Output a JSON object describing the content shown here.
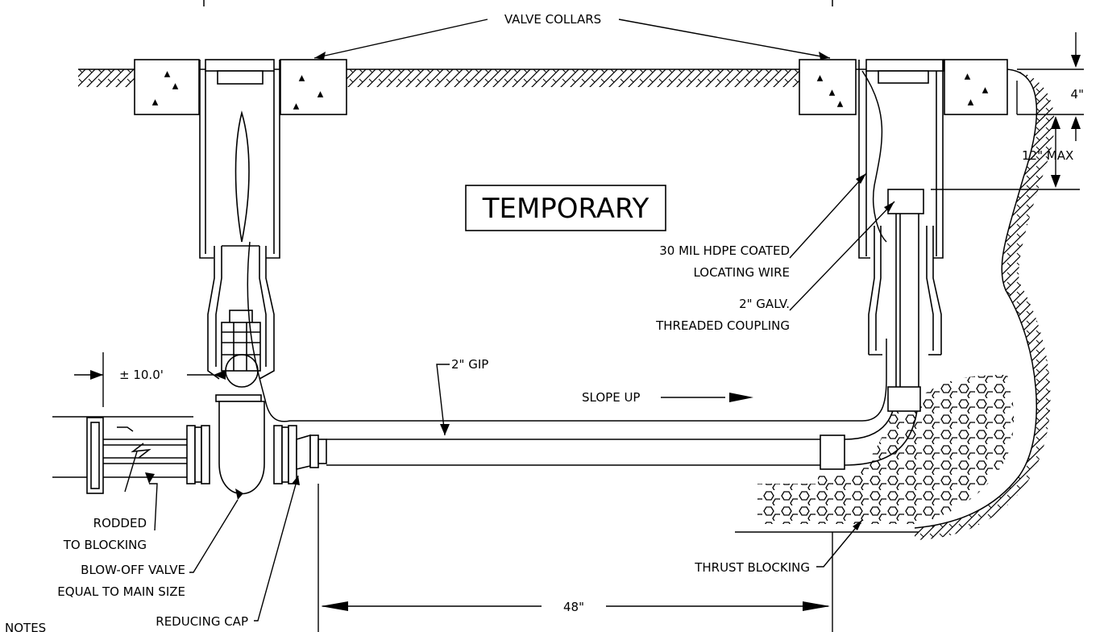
{
  "title": "TEMPORARY",
  "labels": {
    "valve_collars": "VALVE COLLARS",
    "hdpe_wire_line1": "30 MIL HDPE COATED",
    "hdpe_wire_line2": "LOCATING WIRE",
    "coupling_line1": "2\" GALV.",
    "coupling_line2": "THREADED COUPLING",
    "gip": "2\" GIP",
    "slope_up": "SLOPE UP",
    "offset": "± 10.0'",
    "rodded_line1": "RODDED",
    "rodded_line2": "TO BLOCKING",
    "blowoff_line1": "BLOW-OFF VALVE",
    "blowoff_line2": "EQUAL TO MAIN SIZE",
    "reducing_cap": "REDUCING CAP",
    "thrust_blocking": "THRUST BLOCKING",
    "dim_48": "48\"",
    "dim_4": "4\"",
    "dim_12_max": "12\" MAX",
    "notes": "NOTES"
  }
}
